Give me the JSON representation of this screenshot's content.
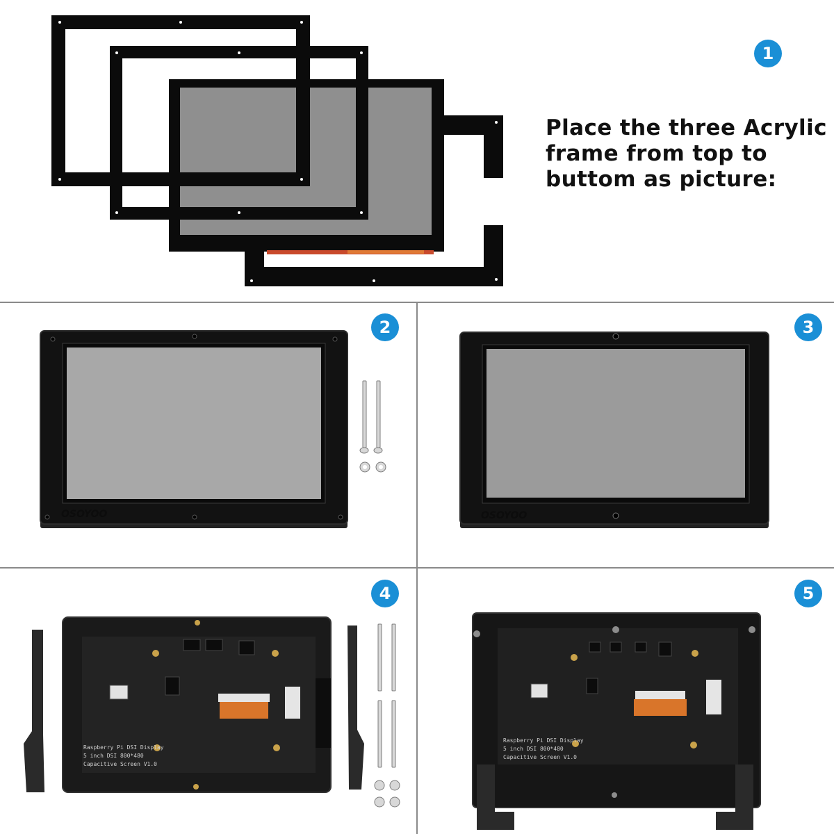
{
  "instruction": {
    "lines": [
      "Place the three Acrylic",
      "frame from top to",
      "buttom as picture:"
    ]
  },
  "steps": [
    {
      "number": "1"
    },
    {
      "number": "2"
    },
    {
      "number": "3"
    },
    {
      "number": "4"
    },
    {
      "number": "5"
    }
  ],
  "brand_logo": "OSOYOO",
  "pcb_label": [
    "Raspberry Pi DSI Display",
    "5 inch DSI 800*480",
    "Capacitive  Screen V1.0"
  ],
  "colors": {
    "badge": "#1a8fd6",
    "frame": "#0b0b0b",
    "screen": "#9b9b9b",
    "divider": "#8a8a8a",
    "ribbon": "#d9752a"
  }
}
